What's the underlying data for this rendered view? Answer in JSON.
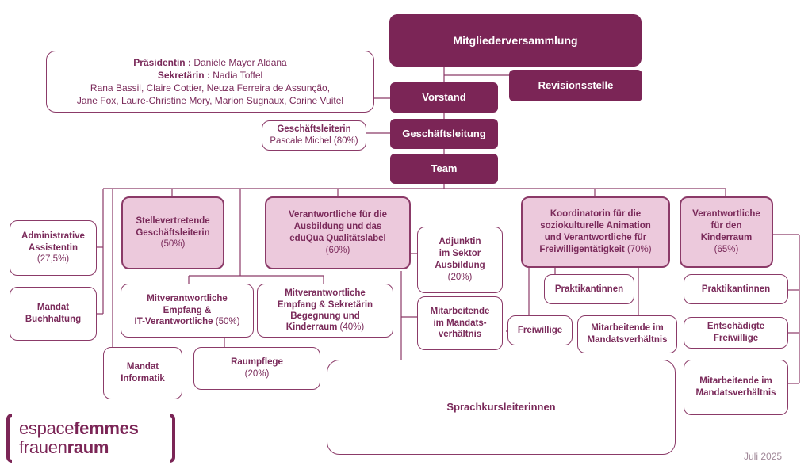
{
  "org": {
    "mitgliederversammlung": "Mitgliederversammlung",
    "revisionsstelle": "Revisionsstelle",
    "vorstand": "Vorstand",
    "vorstand_members": {
      "praesidentin_label": "Präsidentin :",
      "praesidentin_name": "Danièle Mayer Aldana",
      "sekretaerin_label": "Sekretärin :",
      "sekretaerin_name": "Nadia Toffel",
      "line1": "Rana Bassil, Claire Cottier, Neuza Ferreira de Assunção,",
      "line2": "Jane Fox, Laure-Christine Mory, Marion Sugnaux, Carine Vuitel"
    },
    "geschaeftsleitung": "Geschäftsleitung",
    "geschaeftsleiterin": {
      "title": "Geschäftsleiterin",
      "name": "Pascale Michel (80%)"
    },
    "team": "Team",
    "administrative_assistentin": {
      "l1": "Administrative",
      "l2": "Assistentin",
      "pct": "(27,5%)"
    },
    "mandat_buchhaltung": {
      "l1": "Mandat",
      "l2": "Buchhaltung"
    },
    "stellvertretende": {
      "l1": "Stellevertretende",
      "l2": "Geschäftsleiterin",
      "pct": "(50%)"
    },
    "mitverantwortliche_it": {
      "l1": "Mitverantwortliche",
      "l2": "Empfang &",
      "l3": "IT-Verantwortliche",
      "pct": "(50%)"
    },
    "mitverantwortliche_sekretaerin": {
      "l1": "Mitverantwortliche",
      "l2": "Empfang & Sekretärin",
      "l3": "Begegnung und",
      "l4": "Kinderraum",
      "pct": "(40%)"
    },
    "mandat_informatik": {
      "l1": "Mandat",
      "l2": "Informatik"
    },
    "raumpflege": {
      "l1": "Raumpflege",
      "pct": "(20%)"
    },
    "verantwortliche_ausbildung": {
      "l1": "Verantwortliche für die",
      "l2": "Ausbildung und das",
      "l3": "eduQua Qualitätslabel",
      "pct": "(60%)"
    },
    "adjunktin": {
      "l1": "Adjunktin",
      "l2": "im Sektor",
      "l3": "Ausbildung",
      "pct": "(20%)"
    },
    "mitarbeitende_mandats": {
      "l1": "Mitarbeitende",
      "l2": "im Mandats-",
      "l3": "verhältnis"
    },
    "sprachkursleiterinnen": "Sprachkursleiterinnen",
    "koordinatorin": {
      "l1": "Koordinatorin für die",
      "l2": "soziokulturelle Animation",
      "l3": "und Verantwortliche für",
      "l4": "Freiwilligentätigkeit",
      "pct": "(70%)"
    },
    "praktikantinnen_mid": "Praktikantinnen",
    "freiwillige": "Freiwillige",
    "mitarbeitende_mid": {
      "l1": "Mitarbeitende im",
      "l2": "Mandatsverhältnis"
    },
    "verantwortliche_kinderraum": {
      "l1": "Verantwortliche",
      "l2": "für den",
      "l3": "Kinderraum",
      "pct": "(65%)"
    },
    "praktikantinnen_right": "Praktikantinnen",
    "entschaedigte": {
      "l1": "Entschädigte",
      "l2": "Freiwillige"
    },
    "mitarbeitende_right": {
      "l1": "Mitarbeitende im",
      "l2": "Mandatsverhältnis"
    }
  },
  "logo": {
    "word1_light": "espace",
    "word1_bold": "femmes",
    "word2_light": "frauen",
    "word2_bold": "raum"
  },
  "date": "Juli 2025",
  "colors": {
    "dark": "#7b2556",
    "pink_fill": "#ecc9dc",
    "border": "#8b3a68",
    "text": "#7a2a5a"
  }
}
